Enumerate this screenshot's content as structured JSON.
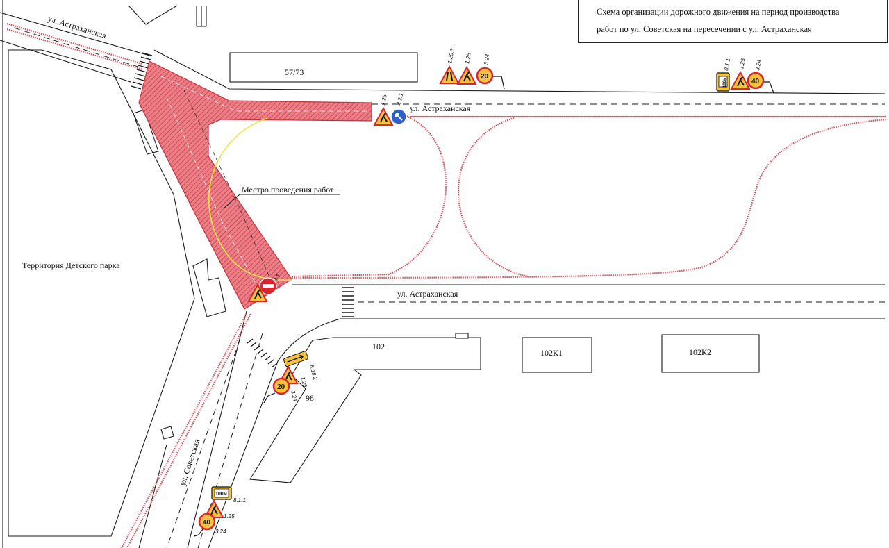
{
  "title": {
    "line1": "Схема организации дорожного движения на период производства",
    "line2": "работ по ул. Советская на пересечении с ул. Астраханская"
  },
  "labels": {
    "street_astrakhanskaya_diag": "ул. Астраханская",
    "street_astrakhanskaya_top": "ул. Астраханская",
    "street_astrakhanskaya_bottom": "ул. Астраханская",
    "street_sovetskaya": "ул. Советская",
    "work_zone": "Местро проведения работ",
    "park": "Территория Детского парка"
  },
  "buildings": {
    "b_57_73": "57/73",
    "b_102": "102",
    "b_102k1": "102К1",
    "b_102k2": "102К2",
    "b_98": "98"
  },
  "signs": {
    "group_top": {
      "codes": [
        "1.20.3",
        "1.25",
        "3.24"
      ],
      "speed": "20"
    },
    "group_top_right": {
      "codes": [
        "8.1.1",
        "1.25",
        "3.24"
      ],
      "plate": "100м",
      "speed": "40"
    },
    "group_junction": {
      "codes": [
        "1.25",
        "4.2.1"
      ]
    },
    "group_workzone": {
      "codes": [
        "3.1"
      ]
    },
    "group_sovetskaya": {
      "codes": [
        "6.18.2",
        "1.25",
        "3.24"
      ],
      "speed": "20"
    },
    "group_bottom": {
      "codes": [
        "8.1.1",
        "1.25",
        "3.24"
      ],
      "plate": "100м",
      "speed": "40"
    }
  },
  "colors": {
    "line": "#1a1a1a",
    "rail": "#e0505a",
    "work_zone_fill": "#e86670",
    "detour_arc": "#f5e34a",
    "sign_yellow": "#f6c23a",
    "sign_red": "#d8262f",
    "sign_blue": "#2f5fcf"
  }
}
